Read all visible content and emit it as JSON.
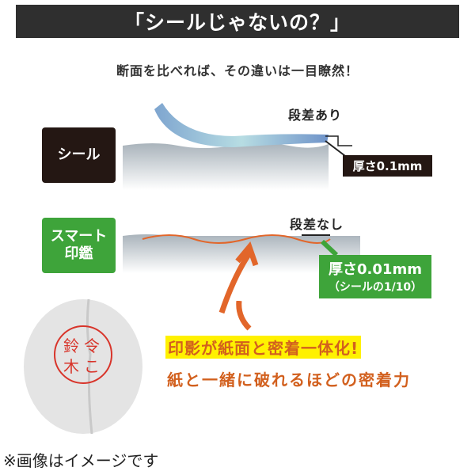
{
  "header": {
    "title": "「シールじゃないの？」"
  },
  "subtitle": "断面を比べれば、その違いは一目瞭然！",
  "seal": {
    "label": "シール",
    "step_text": "段差あり",
    "thickness_tag": "厚さ0.1mm"
  },
  "smart": {
    "label_line1": "スマート",
    "label_line2": "印鑑",
    "step_text": "段差なし",
    "thickness_tag": "厚さ0.01mm",
    "thickness_sub": "（シールの1/10）"
  },
  "stamp": {
    "chars": [
      "鈴",
      "令",
      "木",
      "こ"
    ]
  },
  "highlight_text": "印影が紙面と密着一体化!",
  "tagline": "紙と一緒に破れるほどの密着力",
  "note": "※画像はイメージです",
  "colors": {
    "dark": "#241713",
    "green": "#3ea43a",
    "orange": "#d2601e",
    "highlight": "#fff100",
    "stamp_red": "#d8342a"
  }
}
